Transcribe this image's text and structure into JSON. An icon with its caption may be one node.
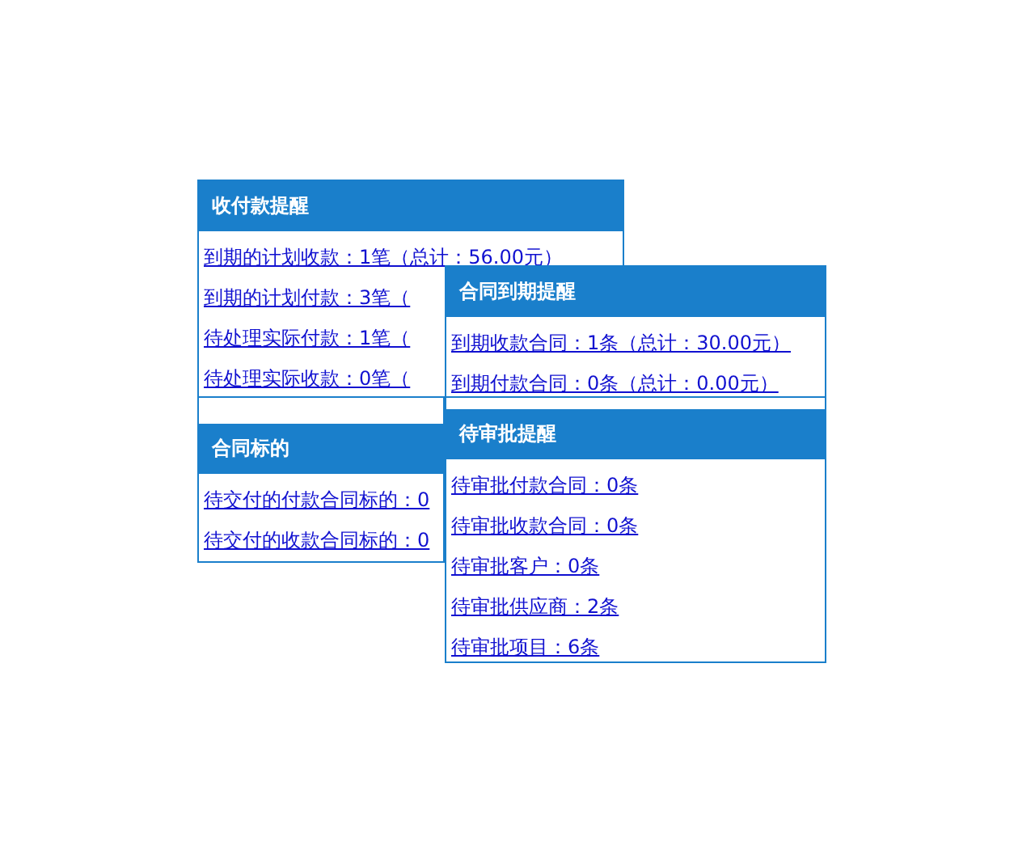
{
  "diagram": {
    "nodes": [
      {
        "text": [
          "收付款提醒",
          "到期的计划收款：1笔（总计：56.00元）",
          "到期的计划付款：3笔（",
          "待处理实际付款：1笔（",
          "待处理实际收款：0笔（"
        ]
      },
      {
        "text": [
          "合同标的",
          "待交付的付款合同标的：0",
          "待交付的收款合同标的：0"
        ]
      },
      {
        "text": [
          "合同到期提醒",
          "到期收款合同：1条（总计：30.00元）",
          "到期付款合同：0条（总计：0.00元）"
        ]
      },
      {
        "text": [
          "待审批提醒",
          "待审批付款合同：0条",
          "待审批收款合同：0条",
          "待审批客户：0条",
          "待审批供应商：2条",
          "待审批项目：6条"
        ]
      }
    ]
  }
}
